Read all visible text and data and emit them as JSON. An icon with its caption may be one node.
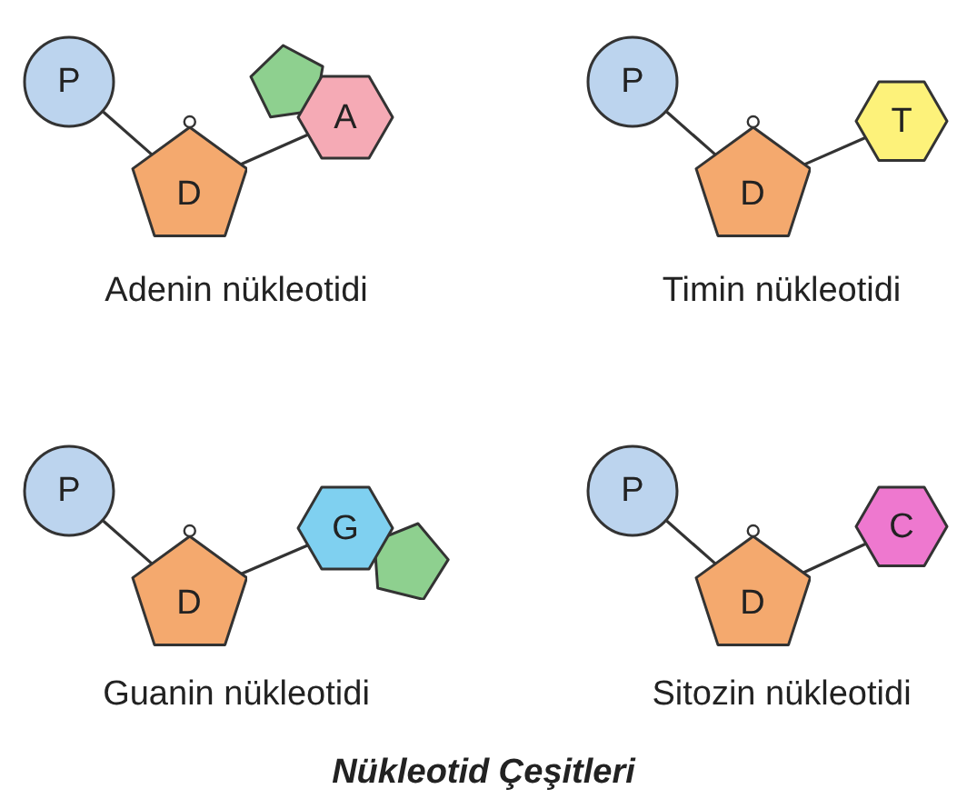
{
  "diagram": {
    "caption": "Nükleotid Çeşitleri",
    "nodes": [
      {
        "text": [
          "P"
        ]
      },
      {
        "text": [
          "D"
        ]
      },
      {
        "text": [],
        "shape": "pentagon"
      },
      {
        "text": [
          "A"
        ]
      },
      {
        "text": [
          "P"
        ]
      },
      {
        "text": [
          "D"
        ]
      },
      {
        "text": [
          "T"
        ]
      },
      {
        "text": [
          "P"
        ]
      },
      {
        "text": [
          "D"
        ]
      },
      {
        "text": [
          "G"
        ]
      },
      {
        "text": [],
        "shape": "pentagon"
      },
      {
        "text": [
          "P"
        ]
      },
      {
        "text": [
          "D"
        ]
      },
      {
        "text": [
          "C"
        ]
      }
    ],
    "edges": [
      {
        "from": 0,
        "to": 1,
        "arrow": "none"
      },
      {
        "from": 1,
        "to": 3,
        "arrow": "none"
      },
      {
        "from": 4,
        "to": 5,
        "arrow": "none"
      },
      {
        "from": 5,
        "to": 6,
        "arrow": "none"
      },
      {
        "from": 7,
        "to": 8,
        "arrow": "none"
      },
      {
        "from": 8,
        "to": 9,
        "arrow": "none"
      },
      {
        "from": 11,
        "to": 12,
        "arrow": "none"
      },
      {
        "from": 12,
        "to": 13,
        "arrow": "none"
      }
    ],
    "labels": [
      "Adenin nükleotidi",
      "Timin nükleotidi",
      "Guanin nükleotidi",
      "Sitozin nükleotidi"
    ]
  }
}
